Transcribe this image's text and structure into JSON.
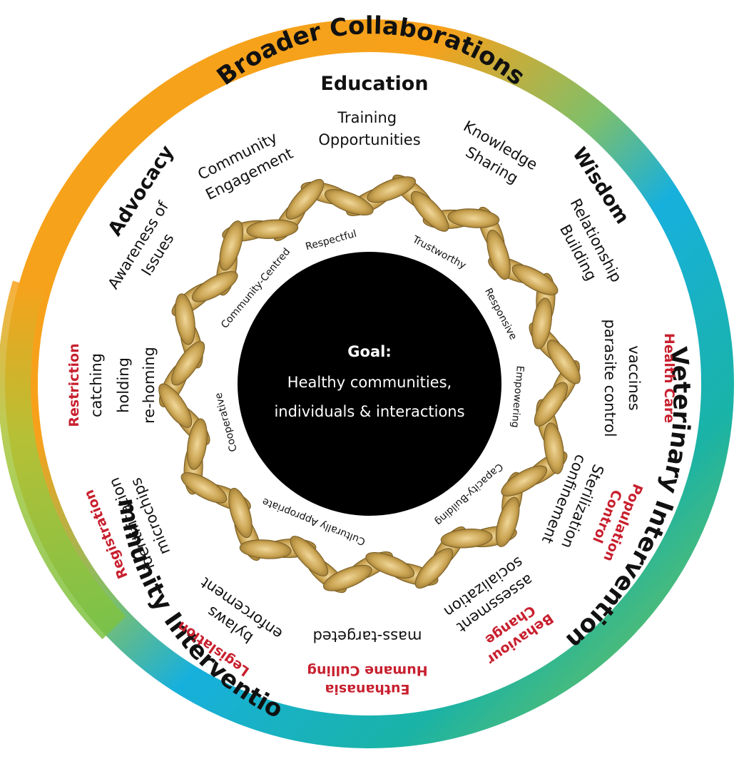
{
  "colors": {
    "ring_orange": "#f39a1b",
    "ring_blue": "#11a6e0",
    "ring_teal": "#1bb6a2",
    "ring_green": "#8cc63f",
    "accent_red": "#c8202f",
    "braid": "#c9a552",
    "center": "#000000"
  },
  "outer_ring": {
    "top": "Broader Collaborations",
    "right": "Veterinary Interventions",
    "left": "Community Interventions"
  },
  "pillars": {
    "education": "Education",
    "advocacy": "Advocacy",
    "wisdom": "Wisdom"
  },
  "supports": {
    "training": [
      "Training",
      "Opportunities"
    ],
    "community_engagement": [
      "Community",
      "Engagement"
    ],
    "knowledge_sharing": [
      "Knowledge",
      "Sharing"
    ],
    "awareness": [
      "Awareness of",
      "Issues"
    ],
    "relationship": [
      "Relationship",
      "Building"
    ]
  },
  "interventions": {
    "health_care": {
      "title": "Health Care",
      "items": [
        "vaccines",
        "parasite control"
      ]
    },
    "population_control": {
      "title": [
        "Population",
        "Control"
      ],
      "items": [
        "Sterilization",
        "confinement"
      ]
    },
    "behaviour_change": {
      "title": [
        "Behaviour",
        "Change"
      ],
      "items": [
        "assessment",
        "socialization"
      ]
    },
    "euthanasia": {
      "title": [
        "Euthanasia",
        "Humane Culling"
      ],
      "items": [
        "mass-targeted"
      ]
    },
    "legislation": {
      "title": "Legislation",
      "items": [
        "bylaws",
        "enforcement"
      ]
    },
    "registration": {
      "title": "Registration",
      "items": [
        "identification",
        "microchips"
      ]
    },
    "restriction": {
      "title": "Restriction",
      "items": [
        "catching",
        "holding",
        "re-homing"
      ]
    }
  },
  "values": [
    "Respectful",
    "Trustworthy",
    "Responsive",
    "Empowering",
    "Capacity-Building",
    "Culturally Appropriate",
    "Cooperative",
    "Community-Centred"
  ],
  "goal": {
    "title": "Goal:",
    "line1": "Healthy communities,",
    "line2": "individuals & interactions"
  }
}
